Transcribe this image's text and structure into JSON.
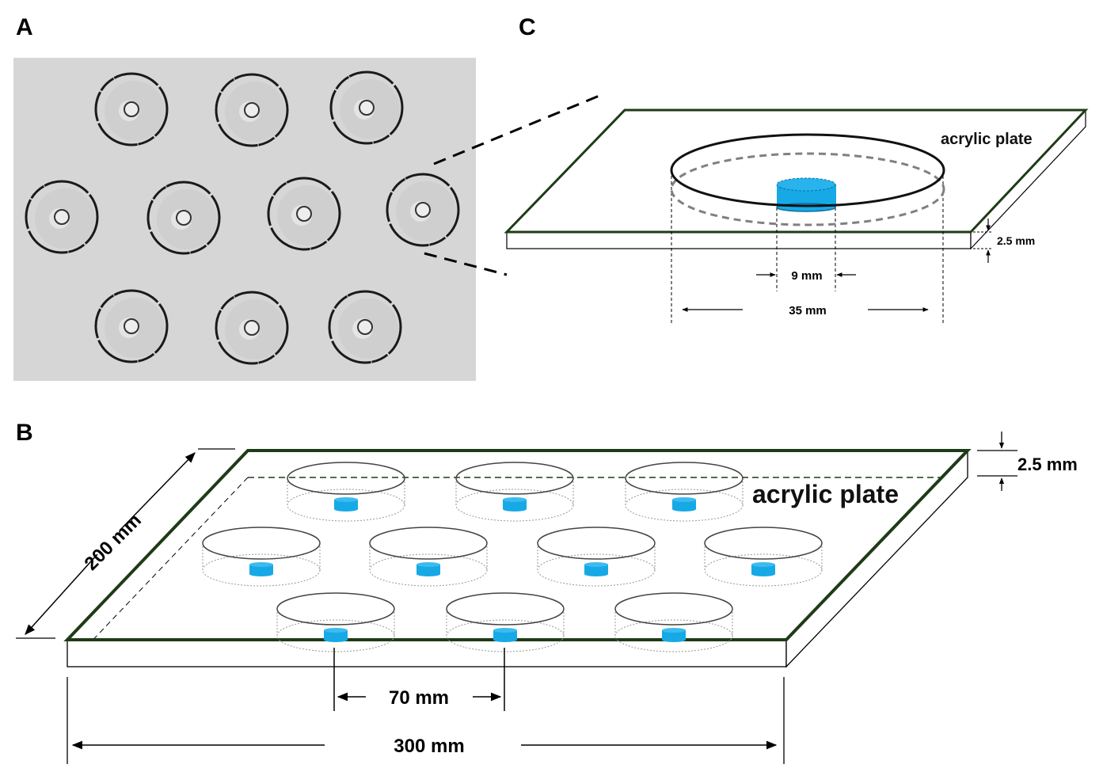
{
  "panels": {
    "a": {
      "letter": "A"
    },
    "b": {
      "letter": "B",
      "material": "acrylic plate",
      "thickness": "2.5 mm",
      "length": "300 mm",
      "width": "200 mm",
      "spacing": "70 mm"
    },
    "c": {
      "letter": "C",
      "material": "acrylic plate",
      "thickness": "2.5 mm",
      "inner_diameter": "9 mm",
      "outer_diameter": "35 mm"
    }
  },
  "colors": {
    "plate_edge": "#1e3b17",
    "cylinder": "#17a9e6",
    "photo_bg": "#d6d6d6"
  }
}
